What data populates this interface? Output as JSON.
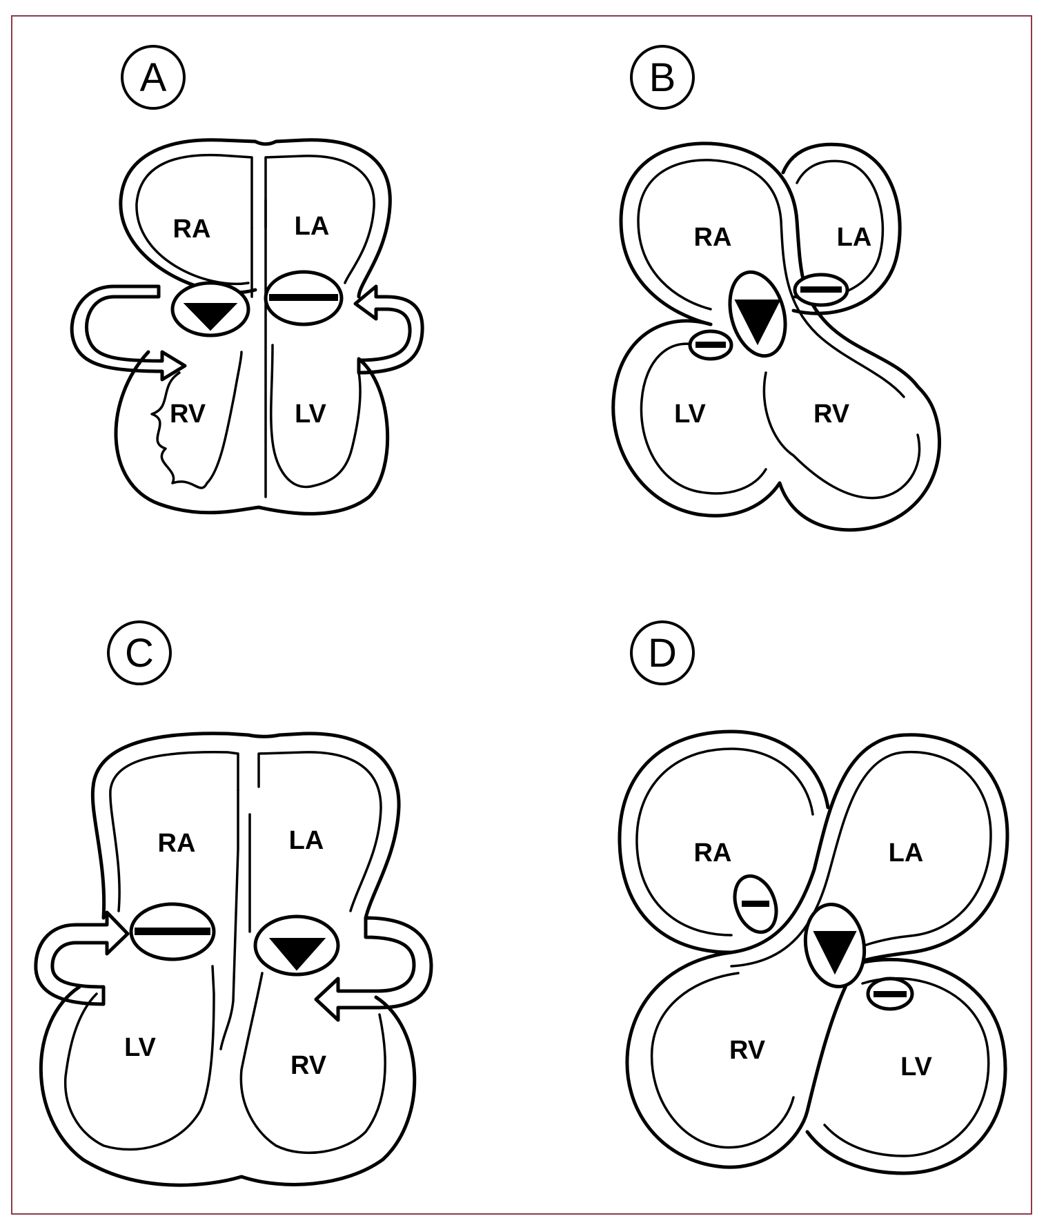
{
  "panels": [
    {
      "id": "A",
      "chambers": {
        "top_left": "RA",
        "top_right": "LA",
        "bottom_left": "RV",
        "bottom_right": "LV"
      }
    },
    {
      "id": "B",
      "chambers": {
        "top_left": "RA",
        "top_right": "LA",
        "bottom_left": "LV",
        "bottom_right": "RV"
      }
    },
    {
      "id": "C",
      "chambers": {
        "top_left": "RA",
        "top_right": "LA",
        "bottom_left": "LV",
        "bottom_right": "RV"
      }
    },
    {
      "id": "D",
      "chambers": {
        "top_left": "RA",
        "top_right": "LA",
        "bottom_left": "RV",
        "bottom_right": "LV"
      }
    }
  ]
}
